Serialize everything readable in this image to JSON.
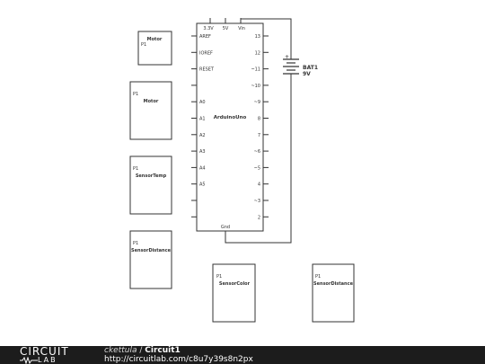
{
  "arduino": {
    "name": "ArduinoUno",
    "top_pins": [
      "3.3V",
      "5V",
      "Vin"
    ],
    "bottom_pin": "Gnd",
    "left_pins": [
      "AREF",
      "IOREF",
      "RESET",
      "",
      "A0",
      "A1",
      "A2",
      "A3",
      "A4",
      "A5",
      "",
      ""
    ],
    "right_pins": [
      "13",
      "12",
      "~11",
      "~10",
      "~9",
      "8",
      "7",
      "~6",
      "~5",
      "4",
      "~3",
      "2"
    ]
  },
  "battery": {
    "name": "BAT1",
    "value": "9V",
    "plus": "+"
  },
  "components": [
    {
      "ref": "P1",
      "name": "Motor"
    },
    {
      "ref": "P1",
      "name": "Motor"
    },
    {
      "ref": "P1",
      "name": "SensorTemp"
    },
    {
      "ref": "P1",
      "name": "SensorDistance"
    },
    {
      "ref": "P1",
      "name": "SensorColor"
    },
    {
      "ref": "P1",
      "name": "SensorDistance"
    }
  ],
  "footer": {
    "logo_top": "CIRCUIT",
    "logo_bottom": "LAB",
    "user": "ckettula",
    "separator": "/",
    "circuit_title": "Circuit1",
    "url": "http://circuitlab.com/c8u7y39s8n2px"
  }
}
